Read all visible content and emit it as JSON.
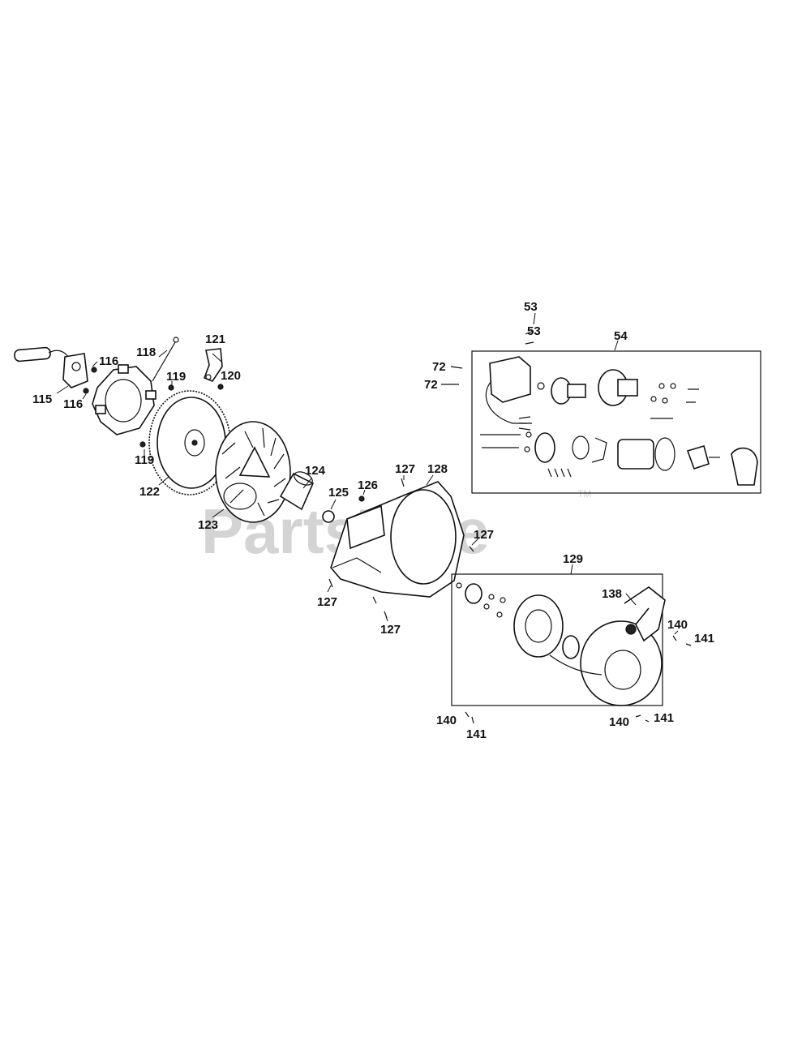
{
  "watermark": {
    "text": "PartsTree",
    "trademark": "TM"
  },
  "callouts": {
    "c53a": "53",
    "c53b": "53",
    "c54": "54",
    "c72a": "72",
    "c72b": "72",
    "c115": "115",
    "c116a": "116",
    "c116b": "116",
    "c118": "118",
    "c119a": "119",
    "c119b": "119",
    "c120": "120",
    "c121": "121",
    "c122": "122",
    "c123": "123",
    "c124": "124",
    "c125": "125",
    "c126": "126",
    "c127a": "127",
    "c127b": "127",
    "c127c": "127",
    "c127d": "127",
    "c128": "128",
    "c129": "129",
    "c138": "138",
    "c140a": "140",
    "c140b": "140",
    "c140c": "140",
    "c141a": "141",
    "c141b": "141",
    "c141c": "141"
  }
}
